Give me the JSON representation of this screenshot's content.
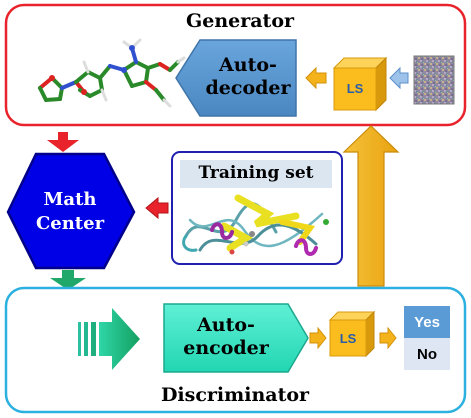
{
  "generator": {
    "title": "Generator",
    "decoder_label": "Auto-\ndecoder",
    "ls_label": "LS"
  },
  "training": {
    "title": "Training set"
  },
  "math_center": {
    "label": "Math\nCenter"
  },
  "discriminator": {
    "title": "Discriminator",
    "encoder_label": "Auto-\nencoder",
    "ls_label": "LS",
    "yes_label": "Yes",
    "no_label": "No"
  },
  "colors": {
    "generator_border": "#e8232b",
    "discriminator_border": "#2bb0e0",
    "decoder_fill": "#5b9bd5",
    "encoder_fill": "#33e8c4",
    "ls_fill": "#fbbd1e",
    "math_center_fill": "#0000e6",
    "training_border": "#1f1fb0",
    "up_arrow": "#f5b31b",
    "red_arrow": "#e8232b",
    "green_arrow": "#1fa86a",
    "yes_fill": "#5b9bd5",
    "no_fill": "#dde6f2"
  }
}
